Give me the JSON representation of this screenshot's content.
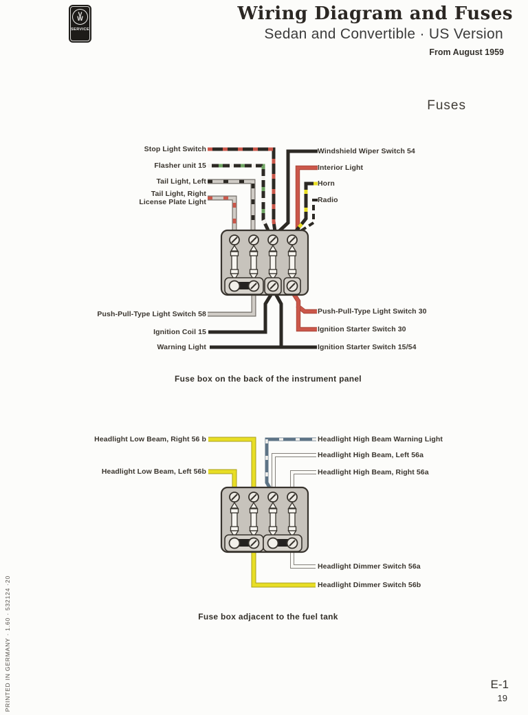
{
  "badge": {
    "logo_top": "V",
    "logo_bottom": "W",
    "service_label": "SERVICE"
  },
  "header": {
    "title": "Wiring Diagram and Fuses",
    "subtitle": "Sedan and Convertible · US Version",
    "date_note": "From August 1959"
  },
  "section_heading": "Fuses",
  "diagram1": {
    "left_labels": {
      "stop_light": "Stop Light Switch",
      "flasher": "Flasher unit 15",
      "tail_left": "Tail Light, Left",
      "tail_right_line1": "Tail Light, Right",
      "tail_right_line2": "License Plate Light",
      "push_pull_58": "Push-Pull-Type Light Switch 58",
      "ignition_coil": "Ignition Coil 15",
      "warning_light": "Warning Light"
    },
    "right_labels": {
      "wiper": "Windshield Wiper Switch 54",
      "interior": "Interior Light",
      "horn": "Horn",
      "radio": "Radio",
      "push_pull_30": "Push-Pull-Type Light Switch 30",
      "ign_starter_30": "Ignition Starter Switch 30",
      "ign_starter_1554": "Ignition Starter Switch 15/54"
    },
    "caption": "Fuse box on the back of the instrument panel"
  },
  "diagram2": {
    "left_labels": {
      "low_beam_right": "Headlight Low Beam, Right 56 b",
      "low_beam_left": "Headlight Low Beam, Left 56b"
    },
    "right_labels": {
      "high_beam_warning": "Headlight High Beam Warning Light",
      "high_beam_left": "Headlight High Beam, Left 56a",
      "high_beam_right": "Headlight High Beam, Right 56a",
      "dimmer_a": "Headlight Dimmer Switch 56a",
      "dimmer_b": "Headlight Dimmer Switch 56b"
    },
    "caption": "Fuse box adjacent to the fuel tank"
  },
  "footer": {
    "print_note": "PRINTED IN GERMANY · 1.60 · 532124 ·20",
    "page_code": "E-1",
    "page_number": "19"
  },
  "colors": {
    "black": "#2c2924",
    "red": "#cb574a",
    "red_outline": "#a84437",
    "gray_wire": "#d0ccc6",
    "gray_outline": "#716c66",
    "yellow": "#e8de25",
    "yellow_outline": "#a89f1c",
    "white_wire": "#fbfaf7",
    "white_outline": "#83807a",
    "green": "#6fa463",
    "blue": "#5e7486",
    "stripe_white": "#f4f2ee",
    "box_fill": "#c7c3bc",
    "box_stroke": "#37332d",
    "terminal_fill": "#edeae4",
    "housing_fill": "#d6d2cb",
    "jumper": "#242220"
  }
}
